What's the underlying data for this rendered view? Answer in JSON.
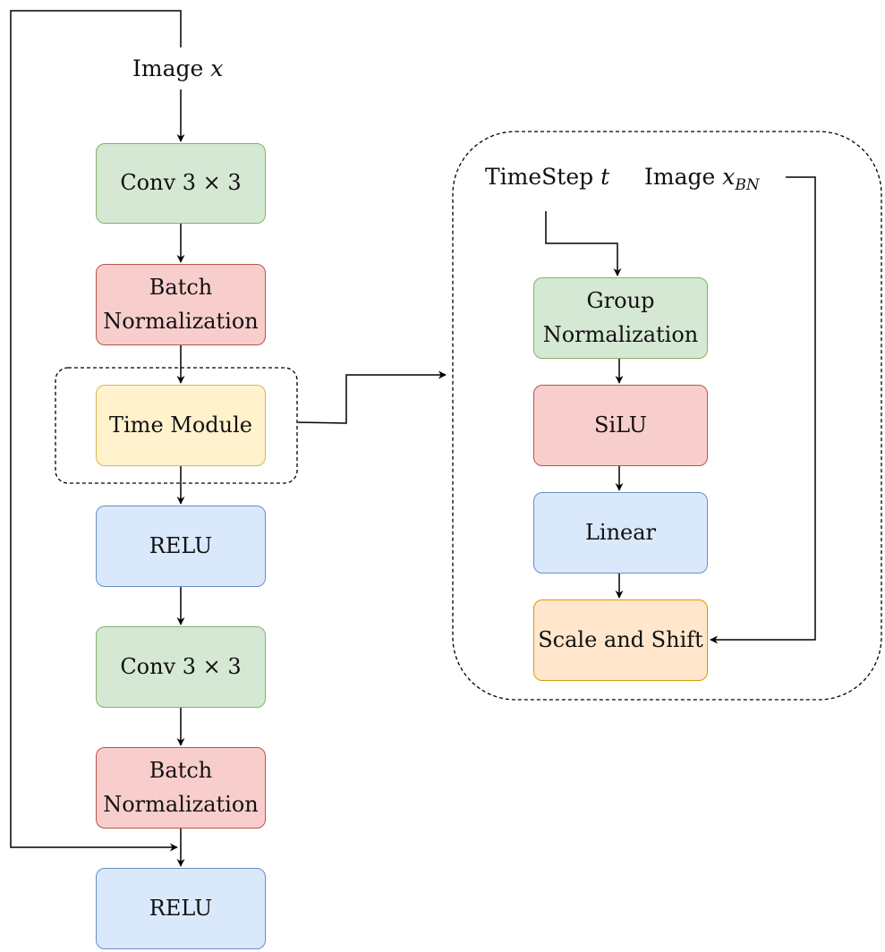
{
  "left_column": {
    "input": {
      "text": "Image ",
      "var": "x"
    },
    "conv1": {
      "text": "Conv 3 × 3"
    },
    "bn1": {
      "line1": "Batch",
      "line2": "Normalization"
    },
    "time_module": {
      "text": "Time Module"
    },
    "relu1": {
      "text": "RELU"
    },
    "conv2": {
      "text": "Conv 3 × 3"
    },
    "bn2": {
      "line1": "Batch",
      "line2": "Normalization"
    },
    "relu2": {
      "text": "RELU"
    }
  },
  "time_module_detail": {
    "timestep": {
      "text": "TimeStep ",
      "var": "t"
    },
    "image_bn": {
      "text": "Image ",
      "var": "x",
      "subscript": "BN"
    },
    "group_norm": {
      "line1": "Group",
      "line2": "Normalization"
    },
    "silu": {
      "text": "SiLU"
    },
    "linear": {
      "text": "Linear"
    },
    "scale_shift": {
      "text": "Scale and Shift"
    }
  },
  "colors": {
    "green_fill": "#d5e8d4",
    "green_stroke": "#82b366",
    "red_fill": "#f8cecc",
    "red_stroke": "#b85450",
    "yellow_fill": "#fff2cc",
    "yellow_stroke": "#d6b656",
    "blue_fill": "#dae8fc",
    "blue_stroke": "#6c8ebf",
    "orange_fill": "#ffe6cc",
    "orange_stroke": "#d79b00"
  }
}
